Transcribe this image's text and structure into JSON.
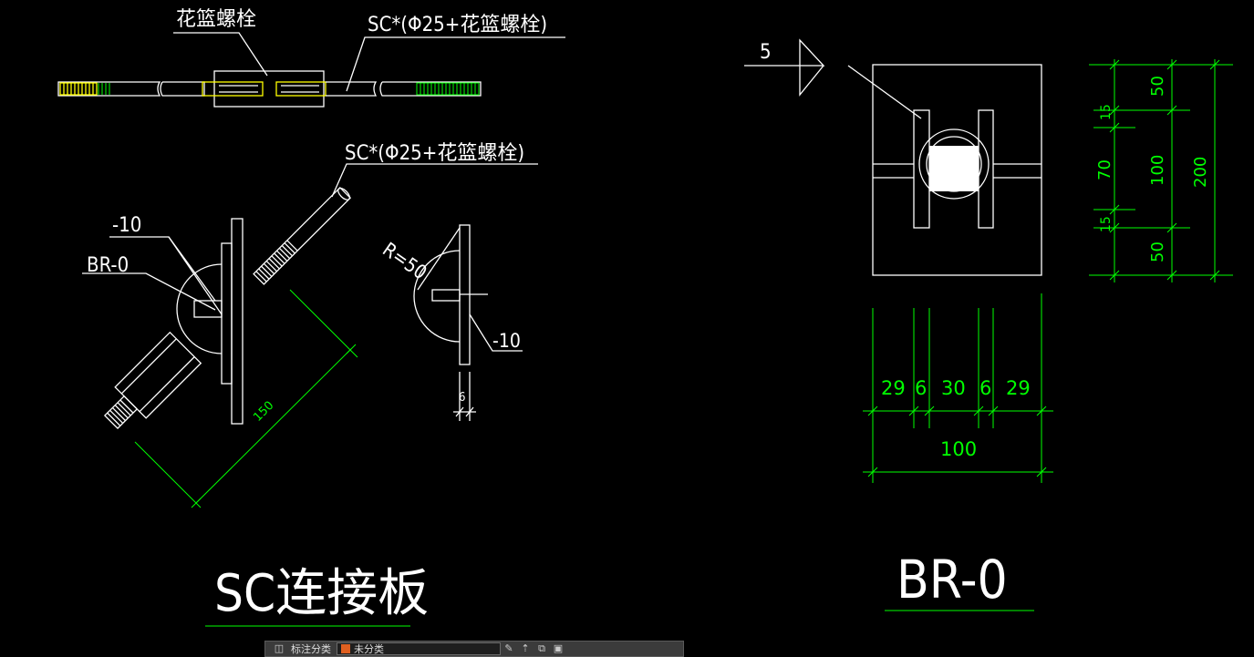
{
  "drawing": {
    "top_detail": {
      "label_turnbuckle": "花篮螺栓",
      "label_sc": "SC*(Φ25+花篮螺栓)"
    },
    "sc_detail": {
      "label_sc": "SC*(Φ25+花篮螺栓)",
      "label_plate": "-10",
      "label_br": "BR-0",
      "dim_150": "150",
      "title": "SC连接板"
    },
    "side_detail": {
      "label_r": "R=50",
      "label_plate": "-10",
      "dim_6": "6"
    },
    "br_detail": {
      "weld_size": "5",
      "dims_vertical": [
        "50",
        "15",
        "70",
        "100",
        "15",
        "50",
        "200"
      ],
      "dims_horizontal": [
        "29",
        "6",
        "30",
        "6",
        "29"
      ],
      "dim_total": "100",
      "title": "BR-0"
    },
    "colors": {
      "background": "#000000",
      "geometry": "#ffffff",
      "dimension": "#00ff00",
      "highlight": "#ffff00"
    }
  },
  "toolbar": {
    "layer_label": "标注分类",
    "layer_value": "未分类",
    "icons": [
      "pen-icon",
      "arrow-up-icon",
      "copy-icon",
      "save-icon"
    ]
  }
}
